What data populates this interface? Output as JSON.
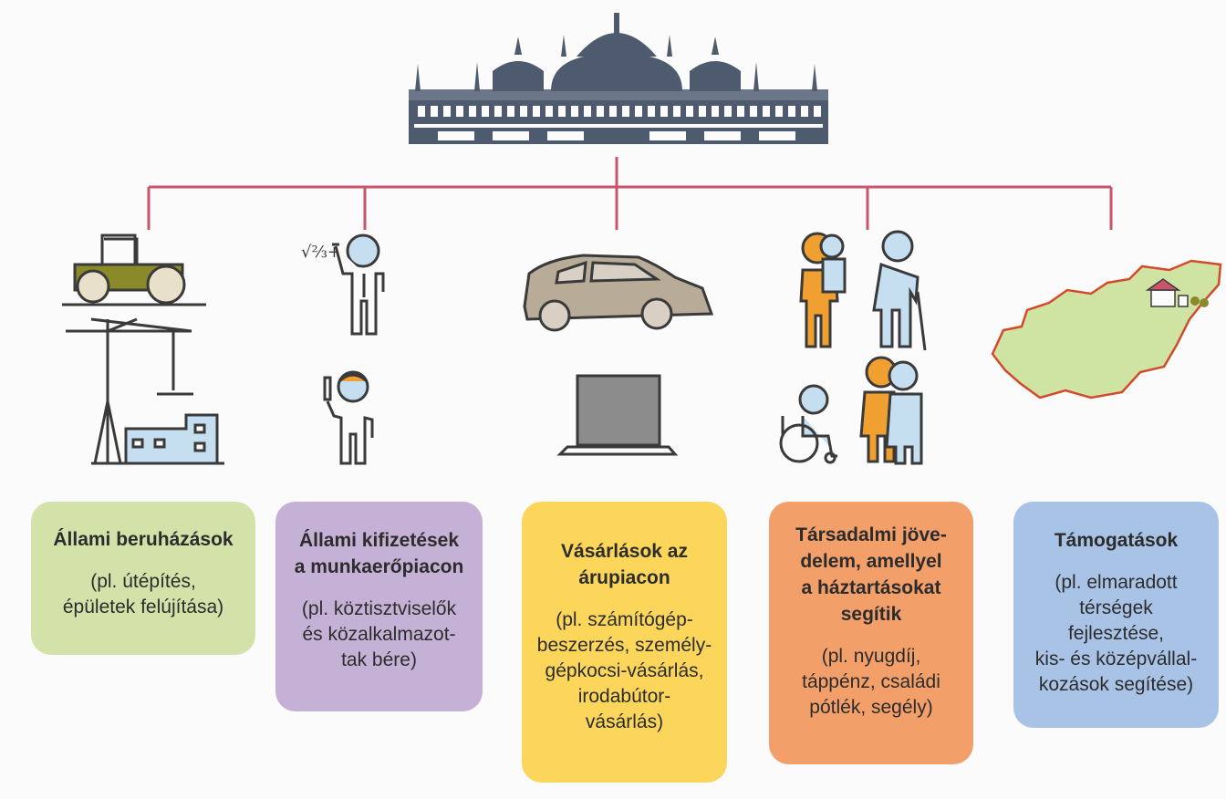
{
  "cards": [
    {
      "title": "Állami beruházások",
      "desc": "(pl. útépítés,\népületek felújítása)",
      "color": "#d3e2a9"
    },
    {
      "title": "Állami kifizetések\na munkaerőpiacon",
      "desc": "(pl. köztisztviselők\nés közalkalmazot-\ntak bére)",
      "color": "#c6b1d6"
    },
    {
      "title": "Vásárlások az\nárupiacon",
      "desc": "(pl. számítógép-\nbeszerzés, személy-\ngépkocsi-vásárlás,\nirodabútor-\nvásárlás)",
      "color": "#fbd65a"
    },
    {
      "title": "Társadalmi jöve-\ndelem, amellyel\na háztartásokat\nsegítik",
      "desc": "(pl. nyugdíj,\ntáppénz, családi\npótlék, segély)",
      "color": "#f29f6a"
    },
    {
      "title": "Támogatások",
      "desc": "(pl. elmaradott\ntérségek\nfejlesztése,\nkis- és középvállal-\nkozások segítése)",
      "color": "#a9c3e6"
    }
  ],
  "colors": {
    "connector": "#c9546b",
    "building": "#4e5a6e",
    "outline": "#3a3a3a",
    "person": "#c5dff0",
    "orange": "#f0a030",
    "olive": "#8a8a2a",
    "car": "#b8ab98",
    "map": "#cfe3a3",
    "mapBorder": "#d24a2a"
  },
  "icons": [
    "parliament-icon",
    "roller-icon",
    "crane-icon",
    "teacher-icon",
    "doctor-icon",
    "car-icon",
    "laptop-icon",
    "mother-child-icon",
    "elderly-icon",
    "wheelchair-icon",
    "family-hug-icon",
    "hungary-map-icon"
  ]
}
